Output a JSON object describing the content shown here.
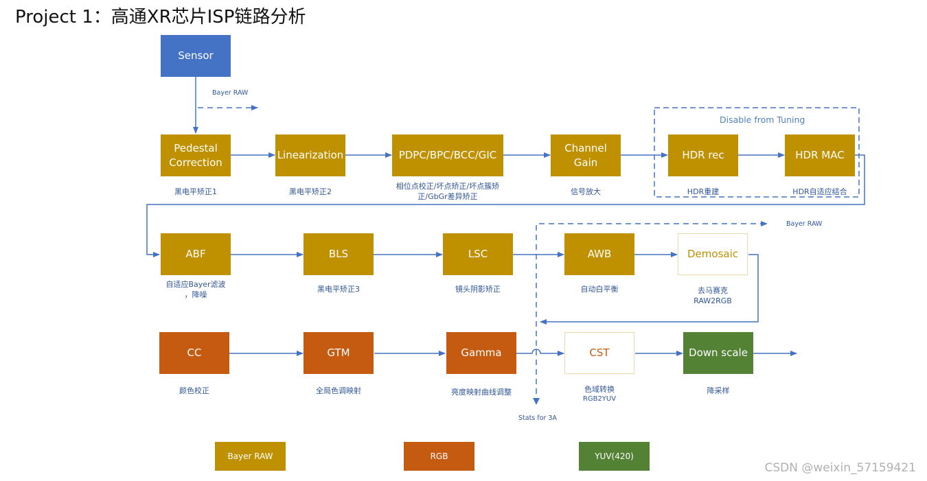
{
  "title": "Project 1：高通XR芯片ISP链路分析",
  "nodes": {
    "sensor": {
      "label": "Sensor"
    },
    "pedestal": {
      "label": "Pedestal Correction",
      "caption": "黑电平矫正1"
    },
    "linearization": {
      "label": "Linearization",
      "caption": "黑电平矫正2"
    },
    "pdpc": {
      "label": "PDPC/BPC/BCC/GIC",
      "caption_line1": "相位点校正/坏点矫正/坏点簇矫",
      "caption_line2": "正/GbGr差异矫正"
    },
    "channel_gain": {
      "label": "Channel Gain",
      "caption": "信号放大"
    },
    "hdr_rec": {
      "label": "HDR rec",
      "caption": "HDR重建"
    },
    "hdr_mac": {
      "label": "HDR MAC",
      "caption": "HDR自适应结合"
    },
    "abf": {
      "label": "ABF",
      "caption_line1": "自适应Bayer滤波",
      "caption_line2": "，降噪"
    },
    "bls": {
      "label": "BLS",
      "caption": "黑电平矫正3"
    },
    "lsc": {
      "label": "LSC",
      "caption": "镜头阴影矫正"
    },
    "awb": {
      "label": "AWB",
      "caption": "自动白平衡"
    },
    "demosaic": {
      "label": "Demosaic",
      "caption_line1": "去马赛克",
      "caption_line2": "RAW2RGB"
    },
    "cc": {
      "label": "CC",
      "caption": "颜色校正"
    },
    "gtm": {
      "label": "GTM",
      "caption": "全局色调映射"
    },
    "gamma": {
      "label": "Gamma",
      "caption": "亮度映射曲线调整"
    },
    "cst": {
      "label": "CST",
      "caption_line1": "色域转换",
      "caption_line2": "RGB2YUV"
    },
    "downscale": {
      "label": "Down scale",
      "caption": "降采样"
    }
  },
  "annotations": {
    "bayer_raw_top": "Bayer RAW",
    "bayer_raw_mid": "Bayer RAW",
    "disable_tuning": "Disable from Tuning",
    "stats": "Stats for 3A"
  },
  "legend": [
    {
      "label": "Bayer RAW",
      "color": "#bf9000"
    },
    {
      "label": "RGB",
      "color": "#c55a11"
    },
    {
      "label": "YUV(420)",
      "color": "#548235"
    }
  ],
  "watermark": "CSDN @weixin_57159421",
  "colors": {
    "sensor": "#4472c4",
    "bayer_raw": "#bf9000",
    "rgb": "#c55a11",
    "yuv": "#548235",
    "connector": "#4472c4",
    "caption": "#2f5597"
  }
}
